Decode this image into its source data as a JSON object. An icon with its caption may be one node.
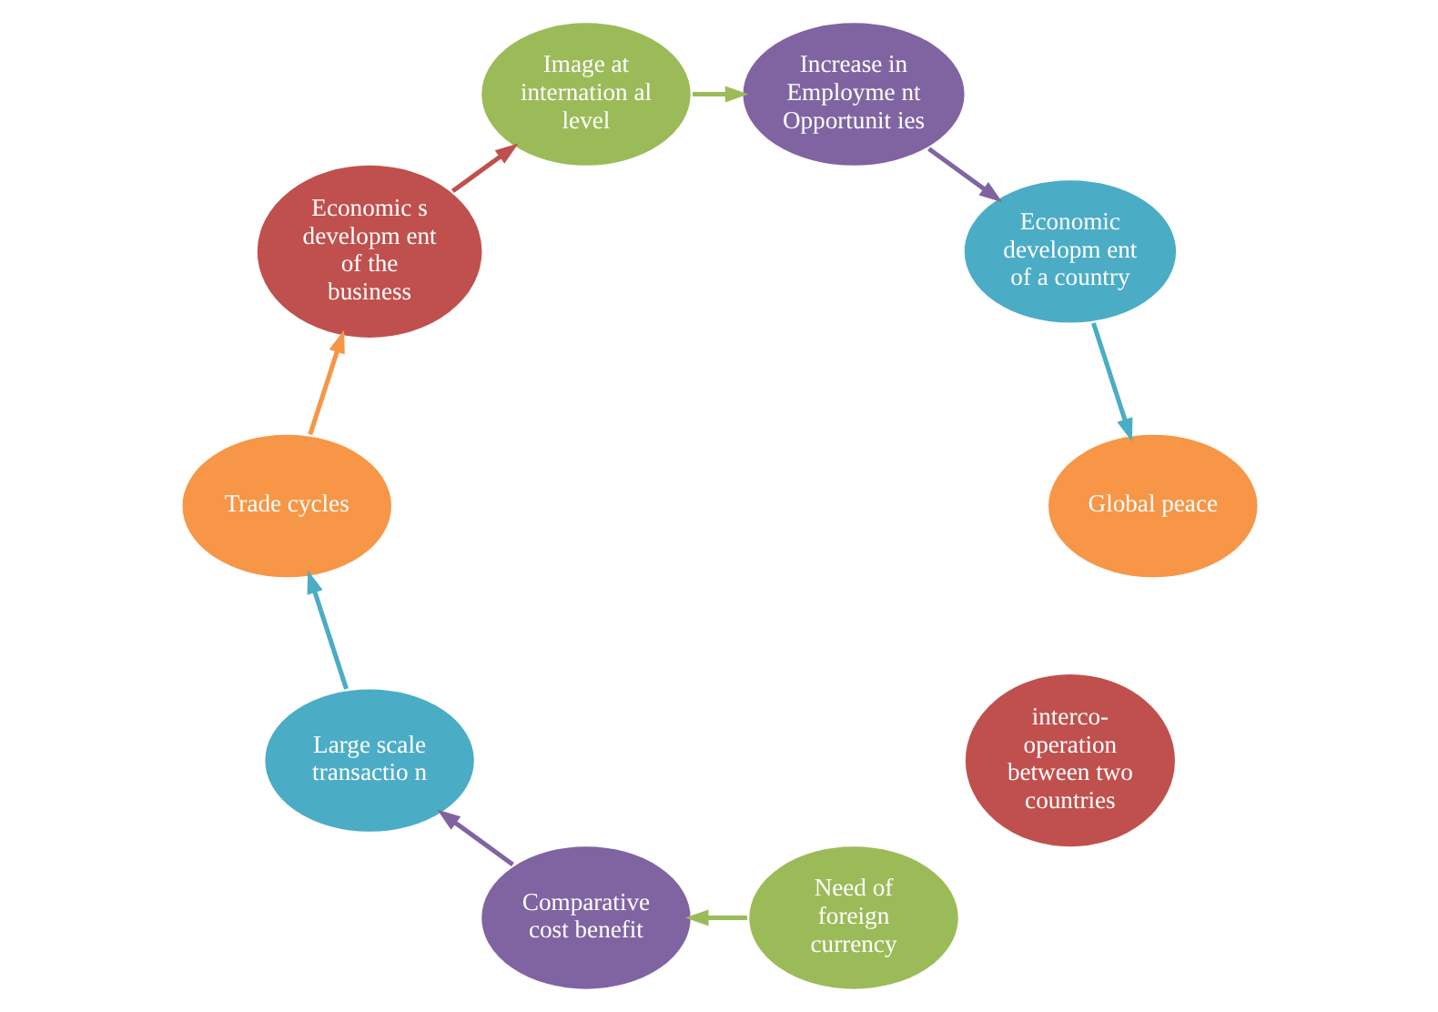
{
  "diagram": {
    "nodes": [
      {
        "text": [
          "interco- operation between two countries"
        ]
      },
      {
        "text": [
          "Need of foreign currency"
        ]
      },
      {
        "text": [
          "Comparative cost benefit"
        ]
      },
      {
        "text": [
          "Large scale transactio n"
        ]
      },
      {
        "text": [
          "Trade cycles"
        ]
      },
      {
        "text": [
          "Economic s developm ent of the business"
        ]
      },
      {
        "text": [
          "Image at internation al level"
        ]
      },
      {
        "text": [
          "Increase in Employme nt Opportunit ies"
        ]
      },
      {
        "text": [
          "Economic developm ent of a country"
        ]
      },
      {
        "text": [
          "Global peace"
        ]
      }
    ],
    "edges": [
      {
        "from": 1,
        "to": 2,
        "arrow": "to",
        "color": "#9bbb59"
      },
      {
        "from": 2,
        "to": 3,
        "arrow": "to",
        "color": "#8064a2"
      },
      {
        "from": 3,
        "to": 4,
        "arrow": "to",
        "color": "#4bacc6"
      },
      {
        "from": 4,
        "to": 5,
        "arrow": "to",
        "color": "#f79646"
      },
      {
        "from": 5,
        "to": 6,
        "arrow": "to",
        "color": "#c0504d"
      },
      {
        "from": 6,
        "to": 7,
        "arrow": "to",
        "color": "#9bbb59"
      },
      {
        "from": 7,
        "to": 8,
        "arrow": "to",
        "color": "#8064a2"
      },
      {
        "from": 8,
        "to": 9,
        "arrow": "to",
        "color": "#4bacc6"
      }
    ]
  }
}
